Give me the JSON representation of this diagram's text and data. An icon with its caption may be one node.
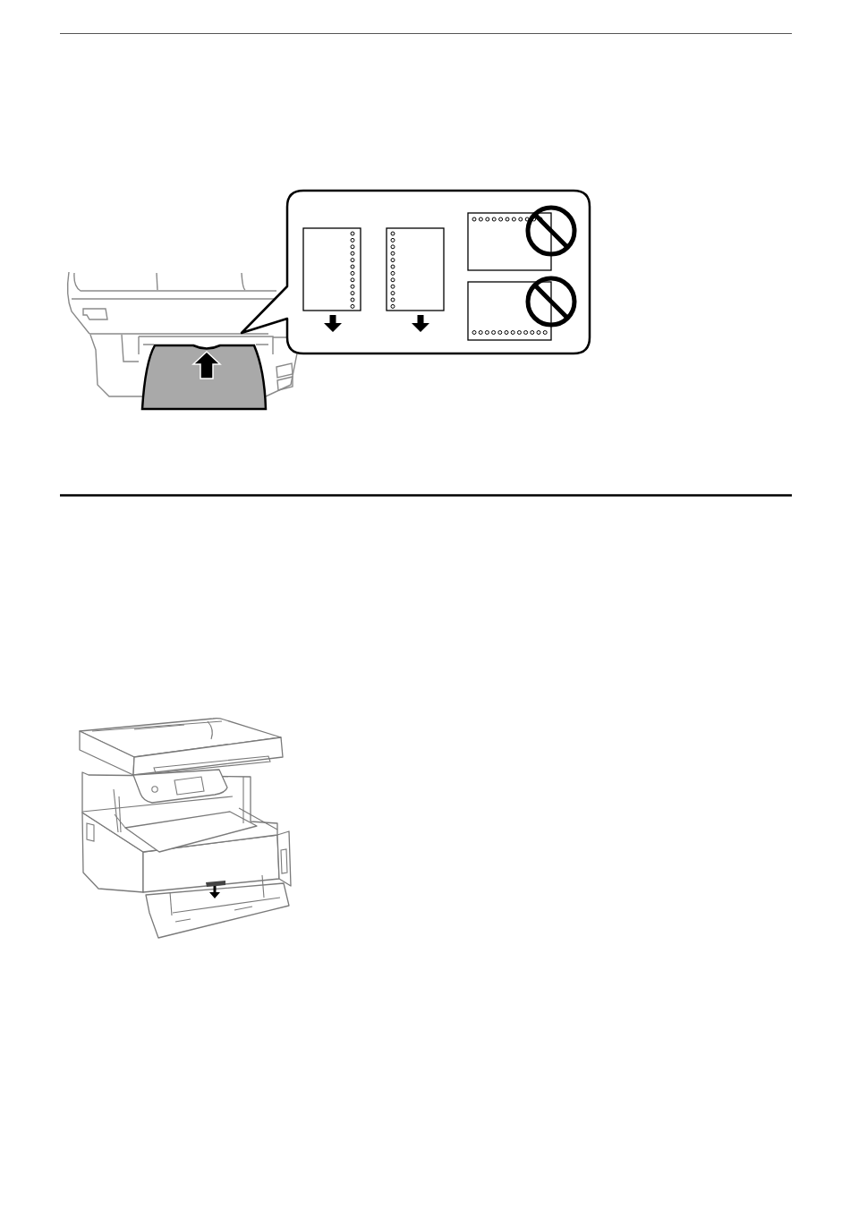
{
  "diagram": {
    "nodes": [
      {
        "text": [],
        "shape": "picture"
      },
      {
        "text": [],
        "shape": "callout"
      },
      {
        "text": [],
        "shape": "box",
        "in": 1
      },
      {
        "text": [],
        "shape": "box",
        "in": 1
      },
      {
        "text": [],
        "shape": "box",
        "in": 1
      },
      {
        "text": [],
        "shape": "box",
        "in": 1
      },
      {
        "text": [],
        "shape": "picture"
      }
    ]
  }
}
